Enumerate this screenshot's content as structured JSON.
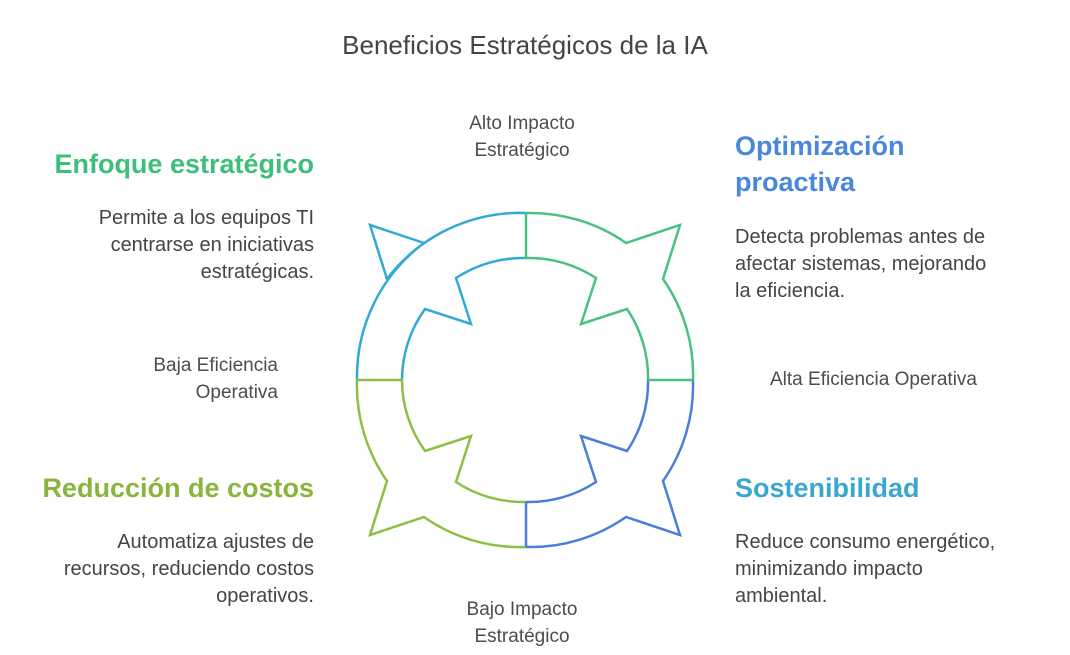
{
  "title": "Beneficios Estratégicos de la IA",
  "axes": {
    "top": [
      "Alto Impacto",
      "Estratégico"
    ],
    "bottom": [
      "Bajo Impacto",
      "Estratégico"
    ],
    "left": [
      "Baja Eficiencia",
      "Operativa"
    ],
    "right": "Alta Eficiencia Operativa"
  },
  "quadrants": [
    {
      "position": "top-left",
      "heading": "Enfoque estratégico",
      "description": [
        "Permite a los equipos TI",
        "centrarse en iniciativas",
        "estratégicas."
      ],
      "color": "#3cbf7a"
    },
    {
      "position": "top-right",
      "heading": [
        "Optimización",
        "proactiva"
      ],
      "description": [
        "Detecta problemas antes de",
        "afectar sistemas, mejorando",
        "la eficiencia."
      ],
      "color": "#4a86d9"
    },
    {
      "position": "bottom-left",
      "heading": "Reducción de costos",
      "description": [
        "Automatiza ajustes de",
        "recursos, reduciendo costos",
        "operativos."
      ],
      "color": "#8ab53c"
    },
    {
      "position": "bottom-right",
      "heading": "Sostenibilidad",
      "description": [
        "Reduce consumo energético,",
        "minimizando impacto",
        "ambiental."
      ],
      "color": "#3aa7cf"
    }
  ],
  "arc_colors": {
    "top_left": "#34a9d4",
    "top_right": "#49c183",
    "bottom_right": "#4a7fd9",
    "bottom_left": "#8cbf44"
  }
}
